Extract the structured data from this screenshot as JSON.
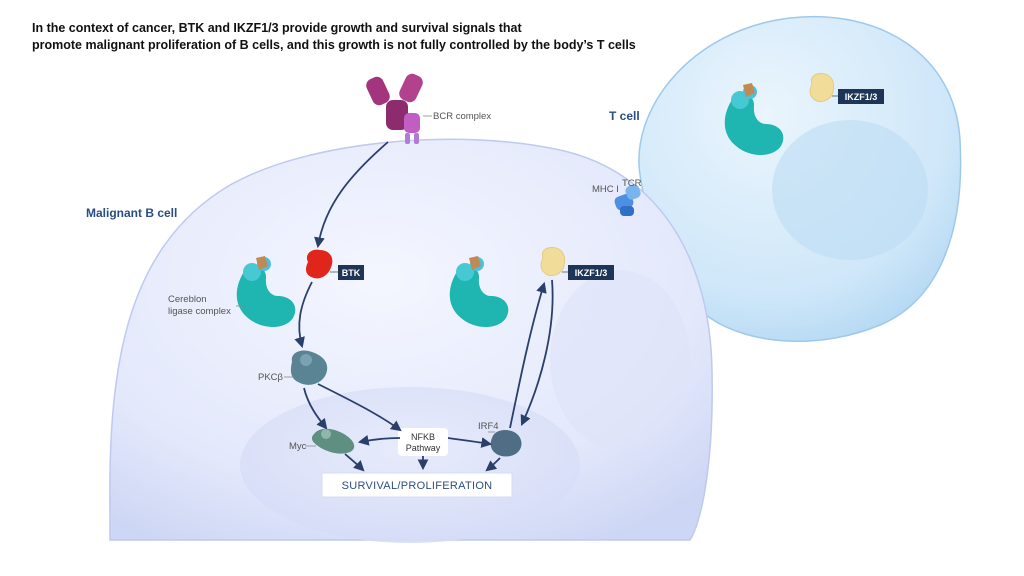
{
  "title": {
    "line1": "In the context of cancer, BTK and IKZF1/3 provide growth and survival signals that",
    "line2": "promote malignant proliferation of B cells, and this growth is not fully controlled by the body’s T cells"
  },
  "cells": {
    "b_cell": "Malignant B cell",
    "t_cell": "T cell"
  },
  "labels": {
    "bcr_complex": "BCR complex",
    "cereblon_line1": "Cereblon",
    "cereblon_line2": "ligase complex",
    "pkcb": "PKCβ",
    "myc": "Myc",
    "irf4": "IRF4",
    "mhc": "MHC I",
    "tcr": "TCR"
  },
  "tags": {
    "btk": "BTK",
    "ikzf_b": "IKZF1/3",
    "ikzf_t": "IKZF1/3"
  },
  "nfkb": {
    "line1": "NFKB",
    "line2": "Pathway"
  },
  "outcome": "SURVIVAL/PROLIFERATION",
  "colors": {
    "arrow": "#2b3f6b",
    "tag_bg": "#1f3558",
    "cereblon": "#1fb5b0",
    "btk": "#e0261b",
    "bcr": "#a3357e",
    "ikzf": "#f2dc9a"
  }
}
